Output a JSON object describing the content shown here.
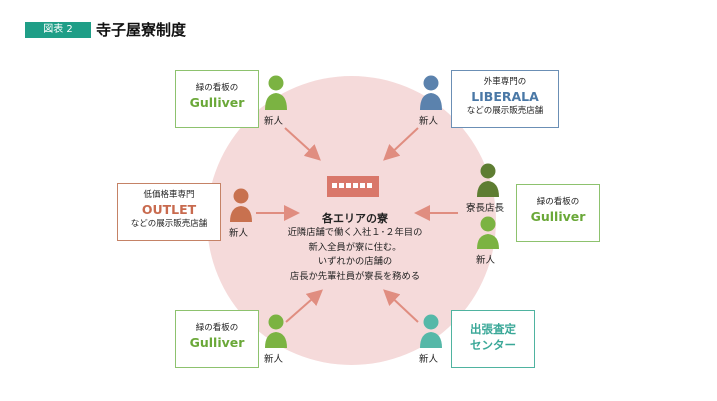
{
  "header": {
    "tag": "図表 2",
    "title": "寺子屋寮制度"
  },
  "dorm": {
    "title": "各エリアの寮",
    "desc": [
      "近隣店舗で働く入社１･２年目の",
      "新入全員が寮に住む。",
      "いずれかの店舗の",
      "店長か先輩社員が寮長を務める"
    ]
  },
  "boxes": {
    "top_left": {
      "line1": "緑の看板の",
      "brand": "Gulliver"
    },
    "top_right": {
      "line1": "外車専門の",
      "brand": "LIBERALA",
      "line3": "などの展示販売店舗"
    },
    "mid_left": {
      "line1": "低価格車専門",
      "brand": "OUTLET",
      "line3": "などの展示販売店舗"
    },
    "mid_right": {
      "line1": "緑の看板の",
      "brand": "Gulliver"
    },
    "bottom_left": {
      "line1": "緑の看板の",
      "brand": "Gulliver"
    },
    "bottom_right": {
      "line1": "出張査定",
      "line2": "センター"
    }
  },
  "people": {
    "top_left": "新人",
    "top_right": "新人",
    "mid_left": "新人",
    "right_leader": "寮長店長",
    "right_newbie": "新人",
    "bottom_left": "新人",
    "bottom_right": "新人"
  },
  "colors": {
    "accent": "#1f9e87",
    "circle": "#f5dada",
    "arrow": "#e08d80",
    "person_green": "#7bb342",
    "person_blue": "#5b82ad",
    "person_brown": "#c8714f",
    "person_teal": "#55b8a8",
    "person_olive": "#5e7d32"
  }
}
